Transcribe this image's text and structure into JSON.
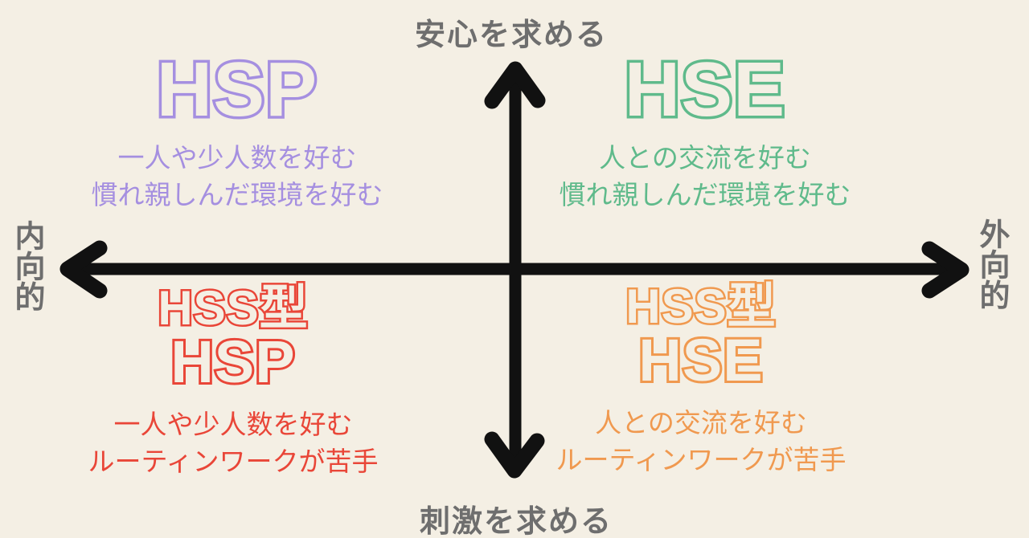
{
  "canvas": {
    "background": "#f4efe4",
    "arrow_color": "#111111",
    "axis_label_color": "#6e6e6e"
  },
  "axes": {
    "top": "安心を求める",
    "bottom": "刺激を求める",
    "left": "内向的",
    "right": "外向的"
  },
  "quadrants": {
    "tl": {
      "title": "HSP",
      "desc1": "一人や少人数を好む",
      "desc2": "慣れ親しんだ環境を好む",
      "color": "#a58fe0"
    },
    "tr": {
      "title": "HSE",
      "desc1": "人との交流を好む",
      "desc2": "慣れ親しんだ環境を好む",
      "color": "#5fba8b"
    },
    "bl": {
      "title_prefix": "HSS型",
      "title": "HSP",
      "desc1": "一人や少人数を好む",
      "desc2": "ルーティンワークが苦手",
      "color": "#e94638"
    },
    "br": {
      "title_prefix": "HSS型",
      "title": "HSE",
      "desc1": "人との交流を好む",
      "desc2": "ルーティンワークが苦手",
      "color": "#f0994f"
    }
  }
}
